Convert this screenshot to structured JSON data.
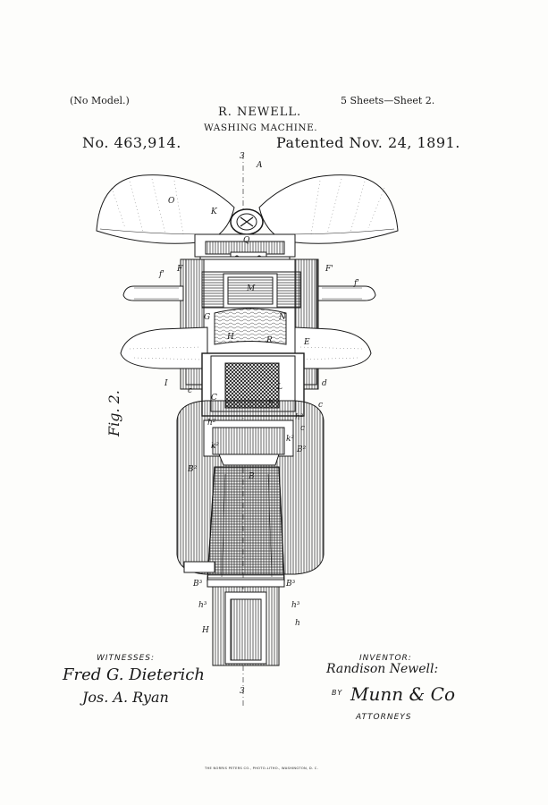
{
  "header": {
    "model_note": "(No Model.)",
    "inventor_name": "R. NEWELL.",
    "sheets": "5 Sheets—Sheet 2.",
    "title": "WASHING MACHINE.",
    "patent_number": "No. 463,914.",
    "patent_date": "Patented Nov. 24, 1891."
  },
  "figure": {
    "label": "Fig. 2.",
    "section_mark_top": "3",
    "section_mark_bottom": "3",
    "reference_letters": [
      "A",
      "O",
      "K",
      "F",
      "F'",
      "f'",
      "f'",
      "N",
      "M",
      "Q",
      "L",
      "H",
      "G",
      "C",
      "c",
      "c",
      "c",
      "I",
      "d",
      "h'",
      "h²",
      "k²",
      "k²",
      "B",
      "B²",
      "B²",
      "B³",
      "B³",
      "h³",
      "h³",
      "h²",
      "H",
      "h",
      "E",
      "R"
    ]
  },
  "footer": {
    "witnesses_label": "WITNESSES:",
    "witness_1": "Fred G. Dieterich",
    "witness_2": "Jos. A. Ryan",
    "inventor_label": "INVENTOR:",
    "inventor_signature": "Randison Newell:",
    "by_label": "BY",
    "attorney_signature": "Munn & Co",
    "attorneys_label": "ATTORNEYS",
    "printer_line": "THE NORRIS PETERS CO., PHOTO-LITHO., WASHINGTON, D. C."
  }
}
